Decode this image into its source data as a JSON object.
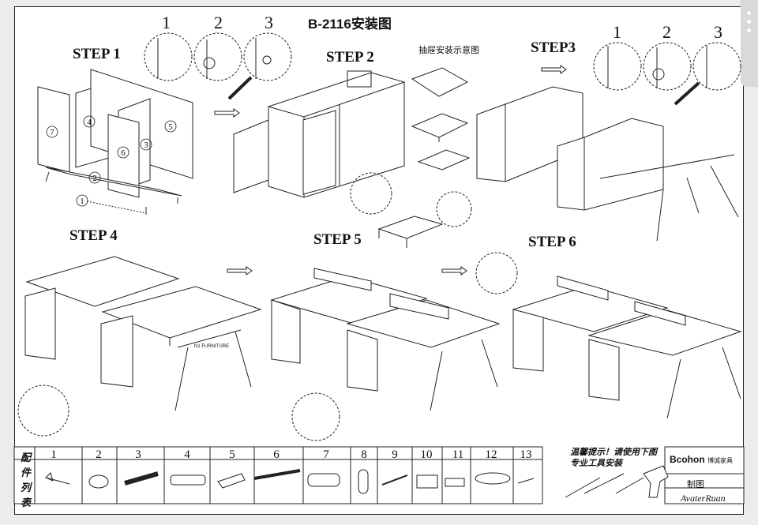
{
  "title": "B-2116安装图",
  "steps": [
    "STEP 1",
    "STEP 2",
    "STEP3",
    "STEP 4",
    "STEP 5",
    "STEP 6"
  ],
  "sub_note": "抽屉安装示意图",
  "detail_numbers_left": [
    "1",
    "2",
    "3"
  ],
  "detail_numbers_right": [
    "1",
    "2",
    "3"
  ],
  "panel_numbers": [
    "7",
    "4",
    "6",
    "3",
    "5",
    "2",
    "1"
  ],
  "parts_side_label": "配件列表",
  "part_numbers": [
    "1",
    "2",
    "3",
    "4",
    "5",
    "6",
    "7",
    "8",
    "9",
    "10",
    "11",
    "12",
    "13"
  ],
  "tip_text": "温馨提示！请使用下图专业工具安装",
  "brand_name": "Bcohon",
  "brand_sub": "博诚家具",
  "drawing_label": "制图",
  "signature": "AvaterRuan",
  "nav_text": "N1 FURNITURE"
}
